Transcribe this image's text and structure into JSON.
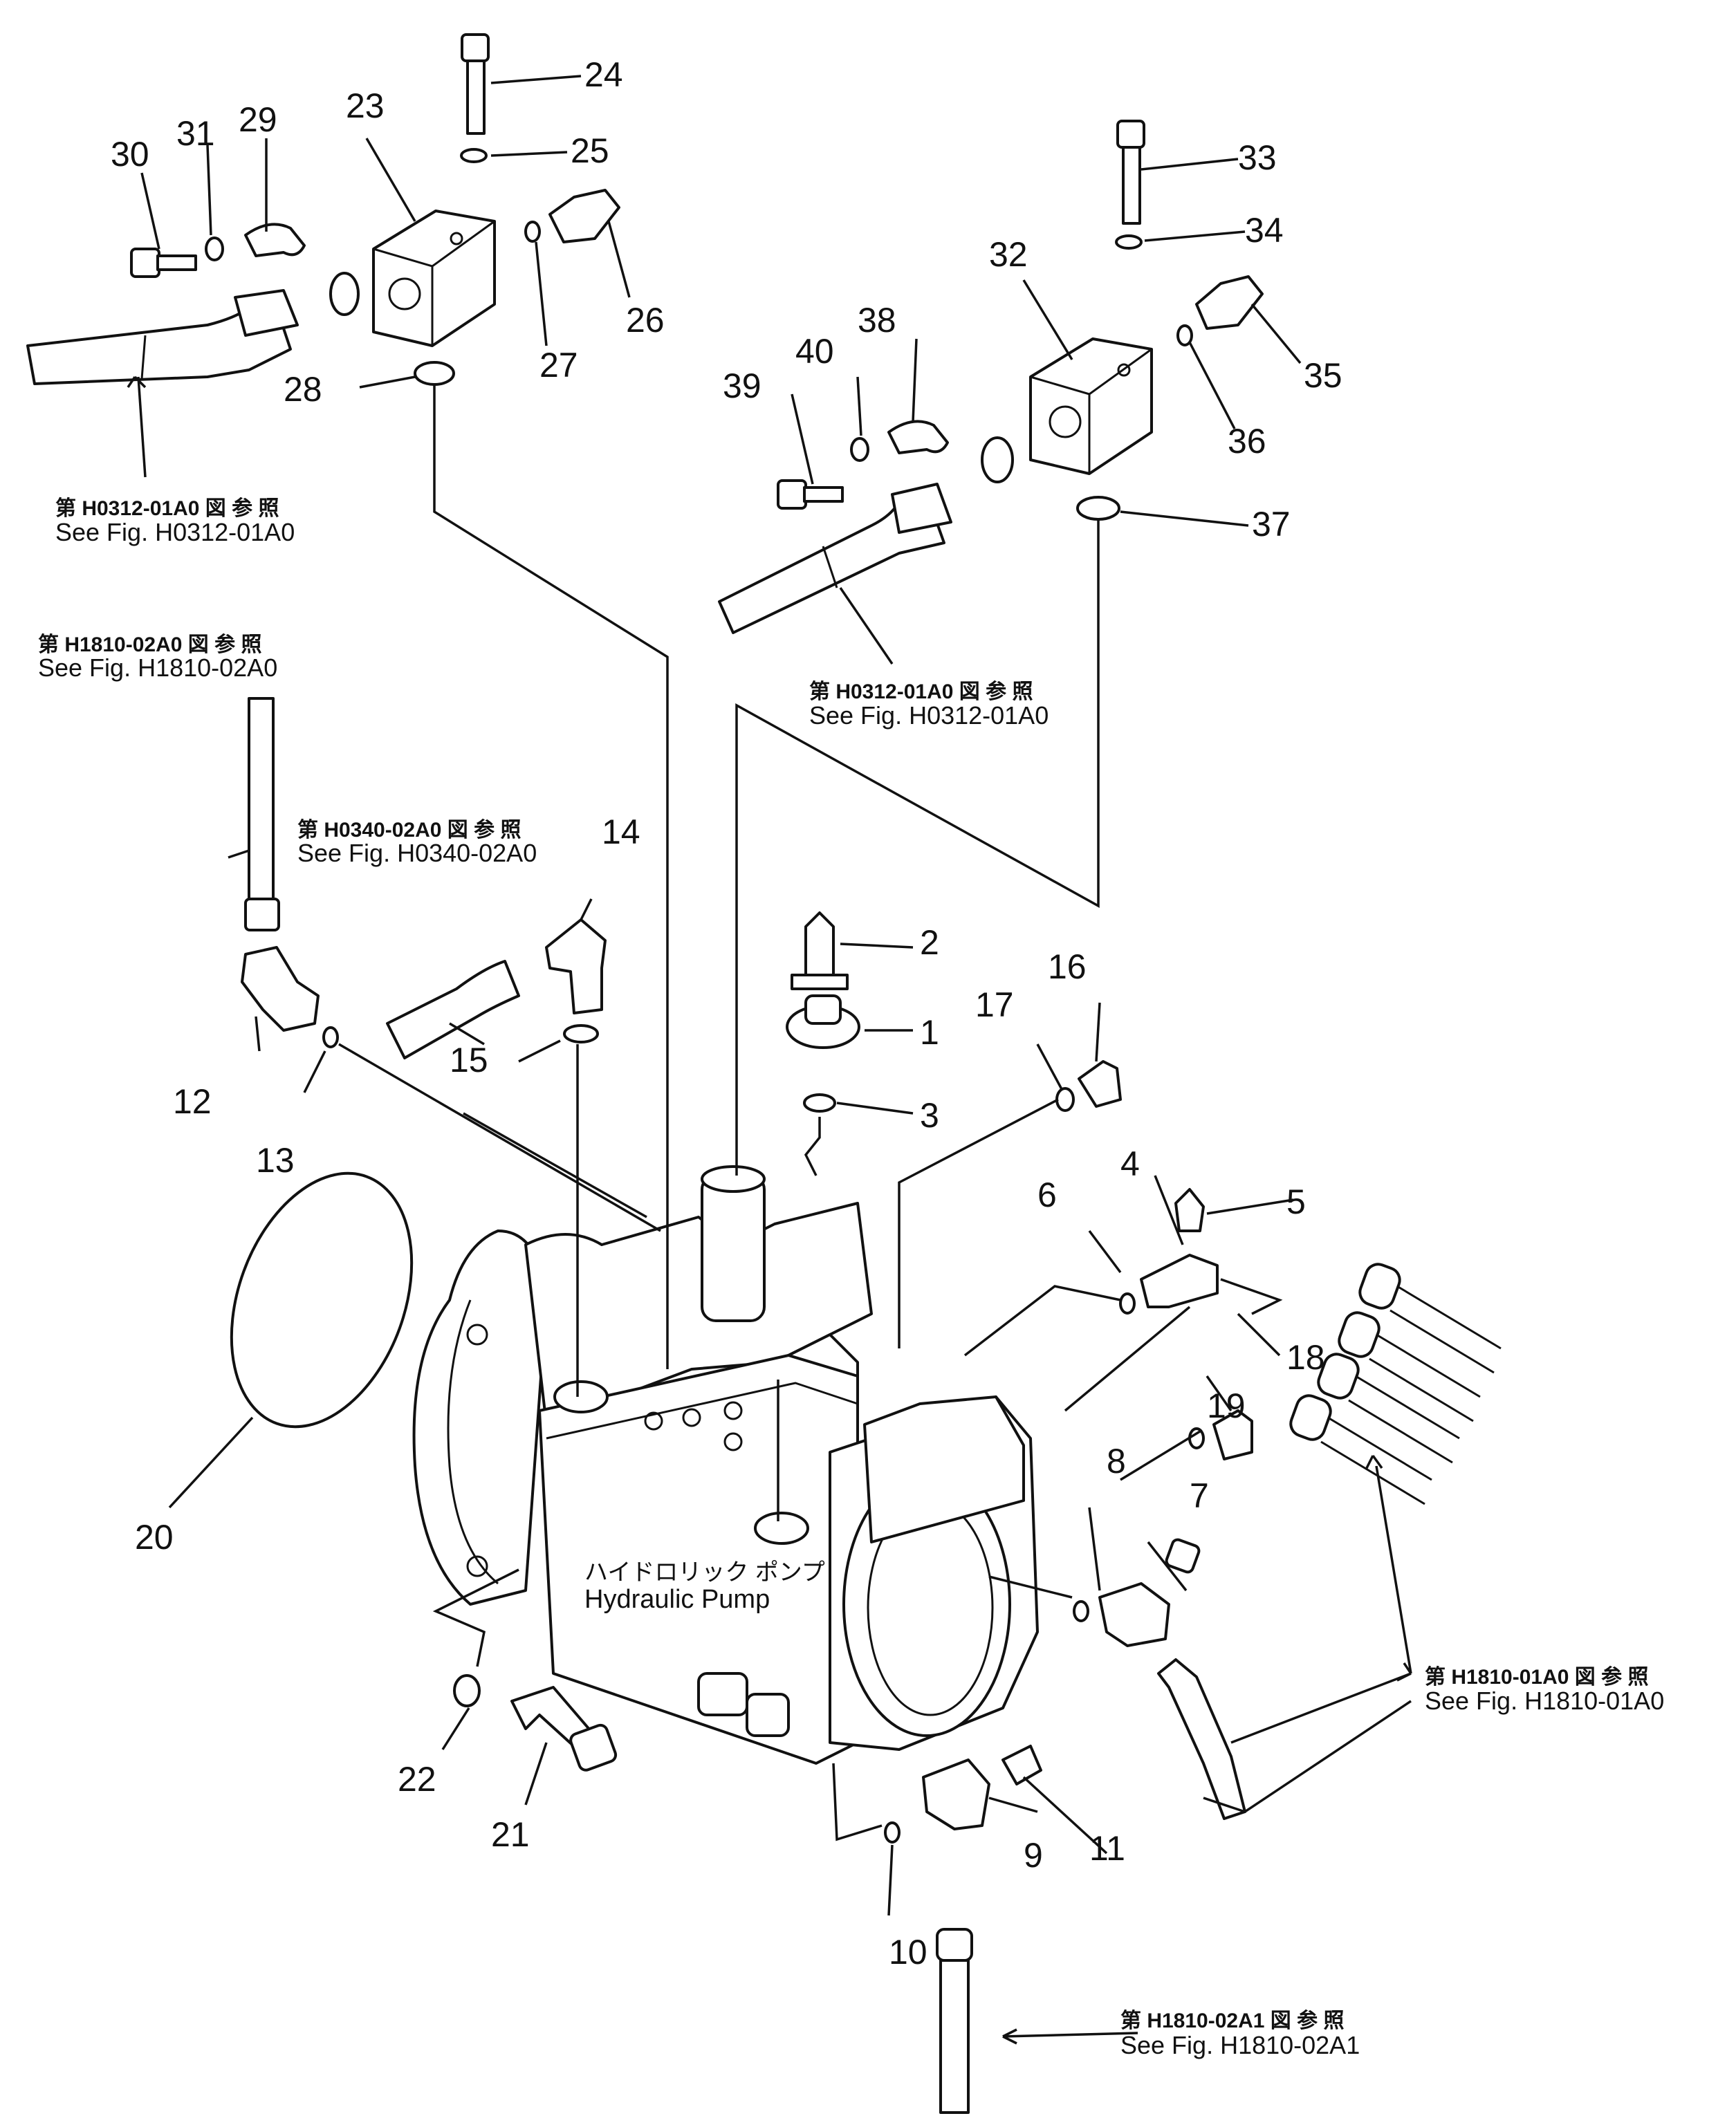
{
  "callouts": [
    "1",
    "2",
    "3",
    "4",
    "5",
    "6",
    "7",
    "8",
    "9",
    "10",
    "11",
    "12",
    "13",
    "14",
    "15",
    "16",
    "17",
    "18",
    "19",
    "20",
    "21",
    "22",
    "23",
    "24",
    "25",
    "26",
    "27",
    "28",
    "29",
    "30",
    "31",
    "32",
    "33",
    "34",
    "35",
    "36",
    "37",
    "38",
    "39",
    "40"
  ],
  "main_label": {
    "jp": "ハイドロリック ポンプ",
    "en": "Hydraulic Pump"
  },
  "refs": {
    "h0312_left": {
      "jp": "第 H0312-01A0 図 参 照",
      "en": "See Fig. H0312-01A0"
    },
    "h1810_02a0": {
      "jp": "第 H1810-02A0 図 参 照",
      "en": "See Fig. H1810-02A0"
    },
    "h0340": {
      "jp": "第 H0340-02A0 図 参 照",
      "en": "See Fig. H0340-02A0"
    },
    "h0312_right": {
      "jp": "第 H0312-01A0 図 参 照",
      "en": "See Fig. H0312-01A0"
    },
    "h1810_01a0": {
      "jp": "第 H1810-01A0 図 参 照",
      "en": "See Fig. H1810-01A0"
    },
    "h1810_02a1": {
      "jp": "第 H1810-02A1 図 参 照",
      "en": "See Fig. H1810-02A1"
    }
  }
}
